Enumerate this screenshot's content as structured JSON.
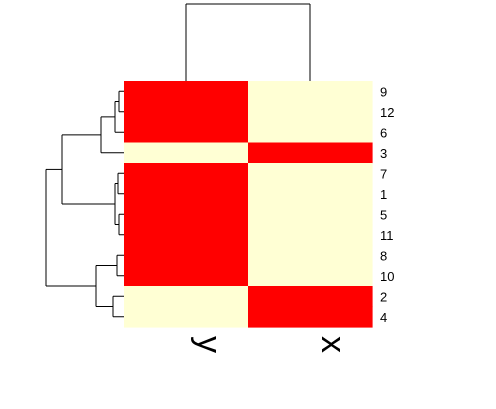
{
  "chart_data": {
    "type": "heatmap",
    "rows": [
      "9",
      "12",
      "6",
      "3",
      "7",
      "1",
      "5",
      "11",
      "8",
      "10",
      "2",
      "4"
    ],
    "columns": [
      "y",
      "x"
    ],
    "values": [
      [
        1,
        0
      ],
      [
        1,
        0
      ],
      [
        1,
        0
      ],
      [
        0,
        1
      ],
      [
        1,
        0
      ],
      [
        1,
        0
      ],
      [
        1,
        0
      ],
      [
        1,
        0
      ],
      [
        1,
        0
      ],
      [
        1,
        0
      ],
      [
        0,
        1
      ],
      [
        0,
        1
      ]
    ],
    "colors": {
      "high": "#ff0000",
      "low": "#ffffd4"
    },
    "row_dendrogram": true,
    "column_dendrogram": true
  }
}
